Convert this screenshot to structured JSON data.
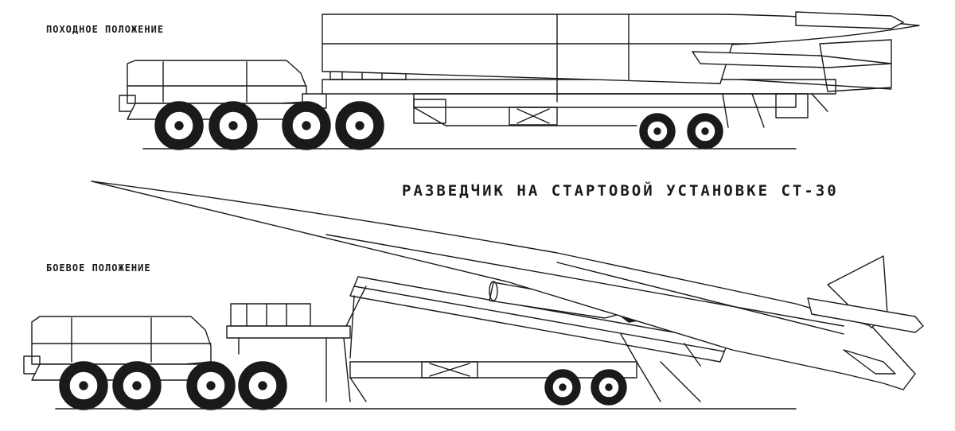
{
  "captions": {
    "march_position": "ПОХОДНОЕ ПОЛОЖЕНИЕ",
    "title": "РАЗВЕДЧИК НА СТАРТОВОЙ УСТАНОВКЕ СТ-30",
    "combat_position": "БОЕВОЕ ПОЛОЖЕНИЕ"
  },
  "colors": {
    "ink": "#1a1a1a",
    "paper": "#ffffff"
  }
}
